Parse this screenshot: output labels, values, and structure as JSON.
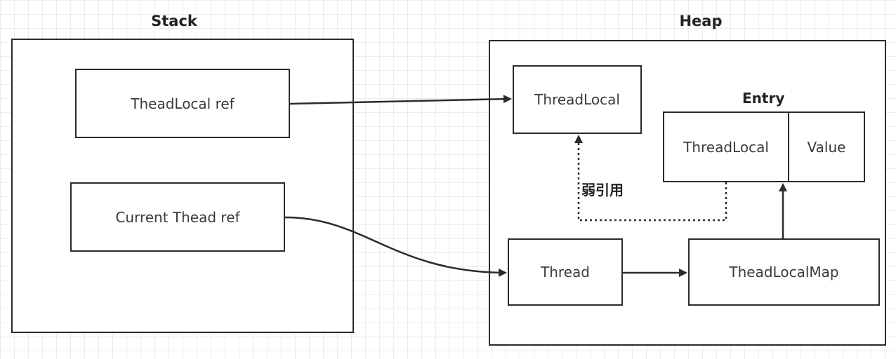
{
  "regions": {
    "stack": {
      "title": "Stack"
    },
    "heap": {
      "title": "Heap"
    }
  },
  "nodes": {
    "threadlocal_ref": "TheadLocal ref",
    "current_thread_ref": "Current Thead ref",
    "threadlocal": "ThreadLocal",
    "thread": "Thread",
    "threadlocalmap": "TheadLocalMap",
    "entry_title": "Entry",
    "entry_key": "ThreadLocal",
    "entry_value": "Value"
  },
  "edges": {
    "weak_ref_label": "弱引用"
  },
  "colors": {
    "stroke": "#2b2b2b",
    "text": "#3a3a3a",
    "grid": "#ececec"
  }
}
